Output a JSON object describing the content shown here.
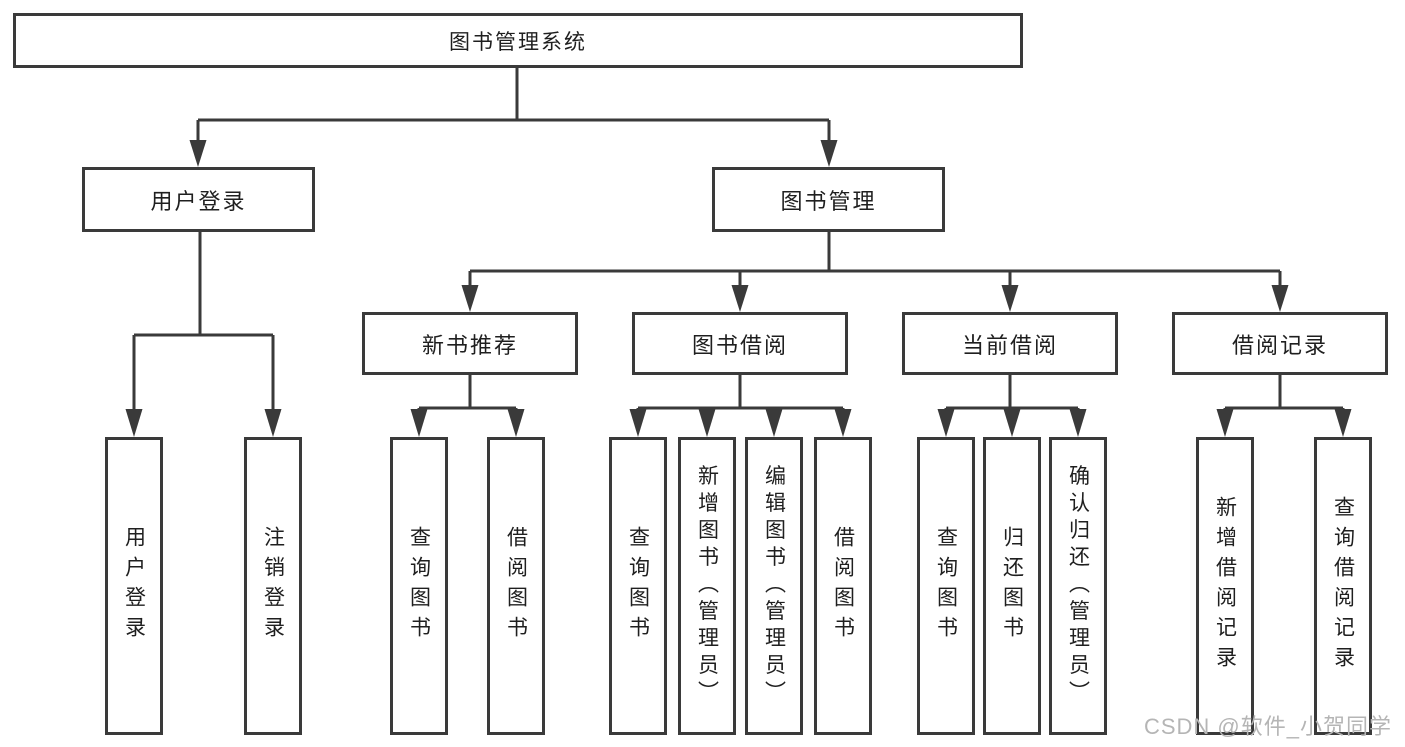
{
  "diagram": {
    "root": {
      "label": "图书管理系统"
    },
    "branches": {
      "user_login": {
        "label": "用户登录",
        "children": [
          {
            "label": "用户登录"
          },
          {
            "label": "注销登录"
          }
        ]
      },
      "book_management": {
        "label": "图书管理",
        "groups": [
          {
            "label": "新书推荐",
            "children": [
              {
                "label": "查询图书"
              },
              {
                "label": "借阅图书"
              }
            ]
          },
          {
            "label": "图书借阅",
            "children": [
              {
                "label": "查询图书"
              },
              {
                "label": "新增图书（管理员）"
              },
              {
                "label": "编辑图书（管理员）"
              },
              {
                "label": "借阅图书"
              }
            ]
          },
          {
            "label": "当前借阅",
            "children": [
              {
                "label": "查询图书"
              },
              {
                "label": "归还图书"
              },
              {
                "label": "确认归还（管理员）"
              }
            ]
          },
          {
            "label": "借阅记录",
            "children": [
              {
                "label": "新增借阅记录"
              },
              {
                "label": "查询借阅记录"
              }
            ]
          }
        ]
      }
    }
  },
  "watermark": {
    "text": "CSDN @软件_小贺同学"
  },
  "colors": {
    "line": "#3a3a3a",
    "text": "#1f1f1f",
    "watermark": "#b5b5b5",
    "background": "#ffffff"
  }
}
